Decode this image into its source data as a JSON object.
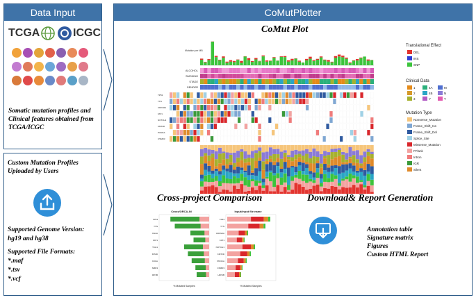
{
  "left": {
    "header": "Data Input",
    "logos": {
      "tcga": "TCGA",
      "icgc": "ICGC"
    },
    "description": "Somatic mutation profiles and Clinical features obtained from TCGA/ICGC",
    "upload_title": "Custom Mutation Profiles Uploaded by Users",
    "upload_icon": "upload-icon",
    "genome_title": "Supported Genome Version:",
    "genome_values": "hg19 and hg38",
    "formats_title": "Supported File Formats:",
    "formats": [
      "*.maf",
      "*.tsv",
      "*.vcf"
    ]
  },
  "right": {
    "header": "CoMutPlotter",
    "comut_title": "CoMut Plot",
    "cross_title": "Cross-project Comparison",
    "download_title": "Download& Report Generation",
    "download_items": [
      "Annotation table",
      "Signature matrix",
      "Figures",
      "Custom HTML Report"
    ],
    "download_icon": "download-report-icon"
  },
  "comut": {
    "clinical_tracks": [
      "ALCOHOL",
      "SMOKING",
      "STAGE",
      "GENDER"
    ],
    "genes": [
      "TP53",
      "TTN",
      "CDKN2A",
      "FAT1",
      "NOTCH1",
      "KMT2D",
      "PIK3CA",
      "CSMD3"
    ],
    "burden_label": "Mutation per MB",
    "legend": {
      "translational_title": "Translational Effect",
      "translational": [
        {
          "label": "DEL",
          "color": "#e3342f"
        },
        {
          "label": "INS",
          "color": "#2f3fd6"
        },
        {
          "label": "SNP",
          "color": "#3cc43c"
        }
      ],
      "clinical_title": "Clinical Data",
      "clinical": [
        {
          "label": "1",
          "color": "#e58b1a"
        },
        {
          "label": "4A",
          "color": "#2bb07b"
        },
        {
          "label": "M",
          "color": "#4f6fd0"
        },
        {
          "label": "2",
          "color": "#d69a2a"
        },
        {
          "label": "4B",
          "color": "#2aa6c6"
        },
        {
          "label": "N",
          "color": "#8a7ad6"
        },
        {
          "label": "3",
          "color": "#a6b12e"
        },
        {
          "label": "Y",
          "color": "#b25bc4"
        },
        {
          "label": "Y",
          "color": "#e35bb0"
        }
      ],
      "mutation_title": "Mutation Type",
      "mutation": [
        {
          "label": "Nonsense_Mutation",
          "color": "#f6c57a"
        },
        {
          "label": "Frame_Shift_Ins",
          "color": "#7fa7d3"
        },
        {
          "label": "Frame_Shift_Del",
          "color": "#2f5aa0"
        },
        {
          "label": "Splice_Site",
          "color": "#9fd1e6"
        },
        {
          "label": "Missense_Mutation",
          "color": "#d9262b"
        },
        {
          "label": "FFlank",
          "color": "#f3a2a0"
        },
        {
          "label": "Intron",
          "color": "#f07b7b"
        },
        {
          "label": "IGR",
          "color": "#3a9a3a"
        },
        {
          "label": "Silent",
          "color": "#e08a2a"
        }
      ]
    }
  },
  "cross": {
    "left_title": "Cross/ORCA-IN",
    "right_title": "Input/input file name",
    "xlabel": "% Mutated Samples",
    "genes_left": [
      "TP53",
      "TTN",
      "CDKN2A",
      "FAT1",
      "NOTCH1",
      "KMT2D",
      "PIK3CA",
      "CSMD3",
      "LRP1B"
    ],
    "genes_right": [
      "TP53",
      "TTN",
      "CDKN2A",
      "FAT1",
      "NOTCH1",
      "KMT2D",
      "PIK3CA",
      "CSMD3",
      "LRP1B"
    ]
  }
}
